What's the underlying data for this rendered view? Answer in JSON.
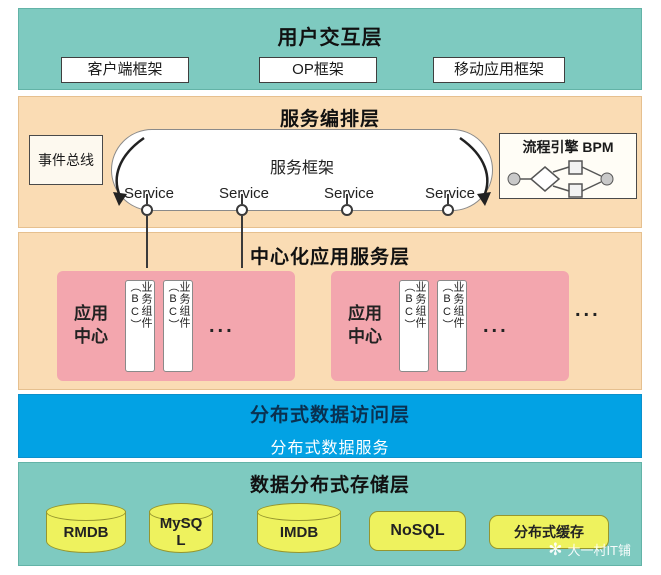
{
  "colors": {
    "teal": "#7ECAC0",
    "peach": "#FADCB4",
    "pink": "#F3A6AE",
    "blue": "#02A2E4",
    "yellow": "#EEF25E"
  },
  "layers": {
    "user_interaction": {
      "title": "用户交互层",
      "boxes": [
        "客户端框架",
        "OP框架",
        "移动应用框架"
      ]
    },
    "service_orchestration": {
      "title": "服务编排层",
      "event_bus": "事件总线",
      "framework": {
        "title": "服务框架",
        "services": [
          "Service",
          "Service",
          "Service",
          "Service"
        ]
      },
      "bpm_title": "流程引擎 BPM"
    },
    "centralized_services": {
      "title": "中心化应用服务层",
      "centers": [
        {
          "label": "应用中心",
          "components": [
            "业务组件（BC）",
            "业务组件（BC）"
          ],
          "more": "..."
        },
        {
          "label": "应用中心",
          "components": [
            "业务组件（BC）",
            "业务组件（BC）"
          ],
          "more": "..."
        }
      ],
      "more": "..."
    },
    "data_access": {
      "title": "分布式数据访问层",
      "service": "分布式数据服务"
    },
    "storage": {
      "title": "数据分布式存储层",
      "stores": [
        {
          "label": "RMDB",
          "shape": "cylinder"
        },
        {
          "label": "MySQL",
          "shape": "cylinder"
        },
        {
          "label": "IMDB",
          "shape": "cylinder"
        },
        {
          "label": "NoSQL",
          "shape": "rounded-box"
        },
        {
          "label": "分布式缓存",
          "shape": "rounded-box"
        }
      ]
    }
  },
  "watermark": {
    "icon_glyph": "✻",
    "text": "大一村IT铺"
  }
}
